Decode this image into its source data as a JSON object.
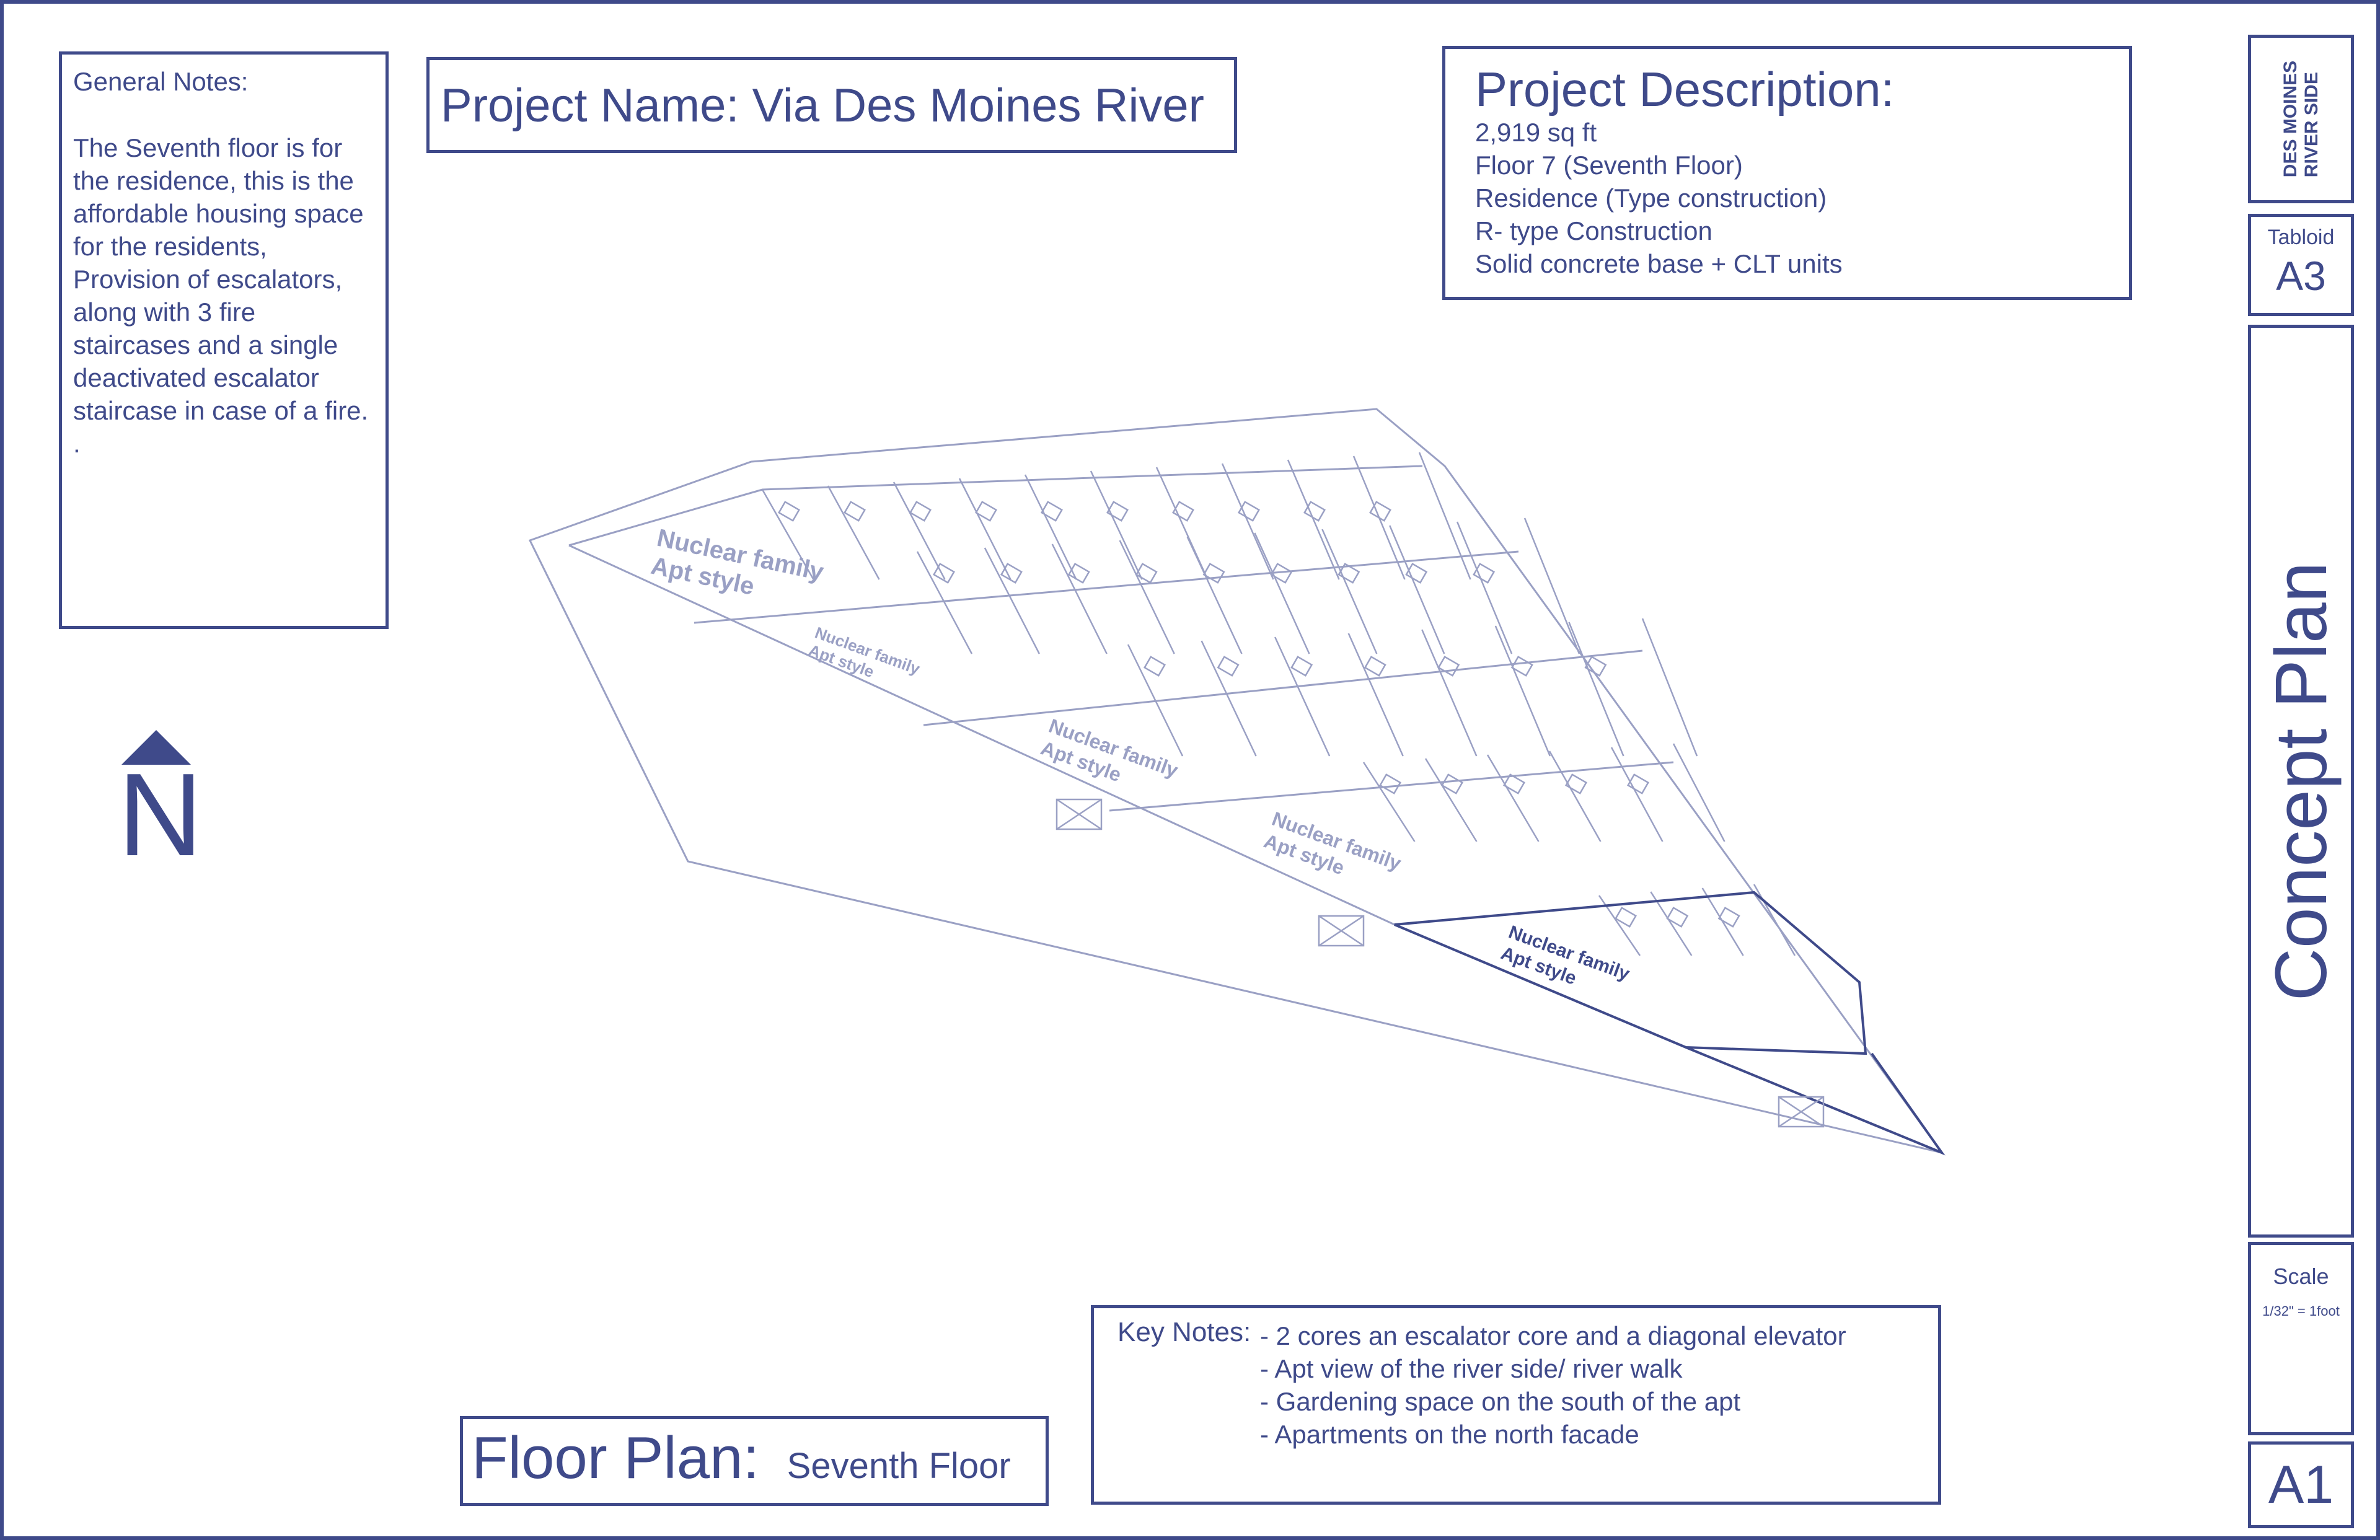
{
  "general_notes": {
    "title": "General Notes:",
    "body": "The Seventh floor is for the residence, this is the affordable housing space for the residents, Provision of escalators, along with 3 fire staircases and a single deactivated escalator staircase in case of a fire.",
    "trailing": "."
  },
  "project_name": "Project Name: Via Des Moines River",
  "project_description": {
    "title": "Project Description:",
    "lines": [
      "2,919 sq ft",
      "Floor 7 (Seventh Floor)",
      "Residence (Type construction)",
      "R- type Construction",
      "Solid concrete base + CLT units"
    ]
  },
  "brand": {
    "line1": "DES MOINES",
    "line2": "RIVER SIDE"
  },
  "sheet_size": {
    "label": "Tabloid",
    "value": "A3"
  },
  "title_block": "Concept Plan",
  "scale": {
    "label": "Scale",
    "value": "1/32\" = 1foot"
  },
  "sheet_number": "A1",
  "floor_plan": {
    "label": "Floor Plan:",
    "value": "Seventh Floor"
  },
  "key_notes": {
    "label": "Key Notes:",
    "items": [
      "- 2 cores an escalator core and a diagonal elevator",
      "- Apt view of the river side/ river walk",
      "- Gardening space on the south of the apt",
      "- Apartments on the north facade"
    ]
  },
  "north_arrow": {
    "letter": "N"
  },
  "drawing": {
    "unit_labels": [
      {
        "line1": "Nuclear family",
        "line2": "Apt style"
      },
      {
        "line1": "Nuclear family",
        "line2": "Apt style"
      },
      {
        "line1": "Nuclear family",
        "line2": "Apt style"
      },
      {
        "line1": "Nuclear family",
        "line2": "Apt style"
      },
      {
        "line1": "Nuclear family",
        "line2": "Apt style"
      }
    ]
  },
  "colors": {
    "ink": "#3f4a8a",
    "faint_ink": "#9aa0c4",
    "page": "#ffffff"
  }
}
